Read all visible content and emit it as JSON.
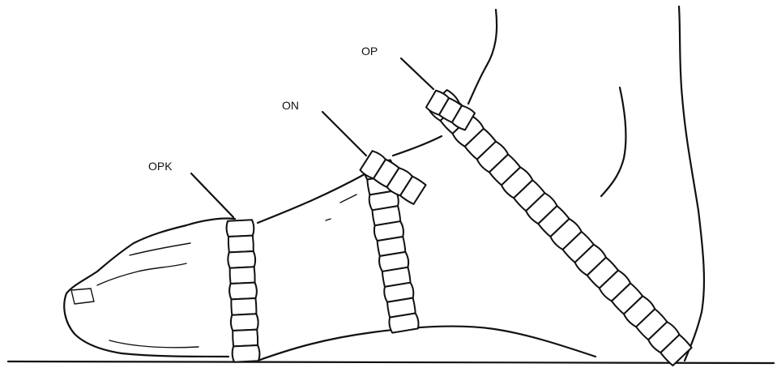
{
  "labels": {
    "op": "OP",
    "on": "ON",
    "opk": "OPK"
  },
  "colors": {
    "ink": "#111111",
    "background": "#ffffff"
  }
}
